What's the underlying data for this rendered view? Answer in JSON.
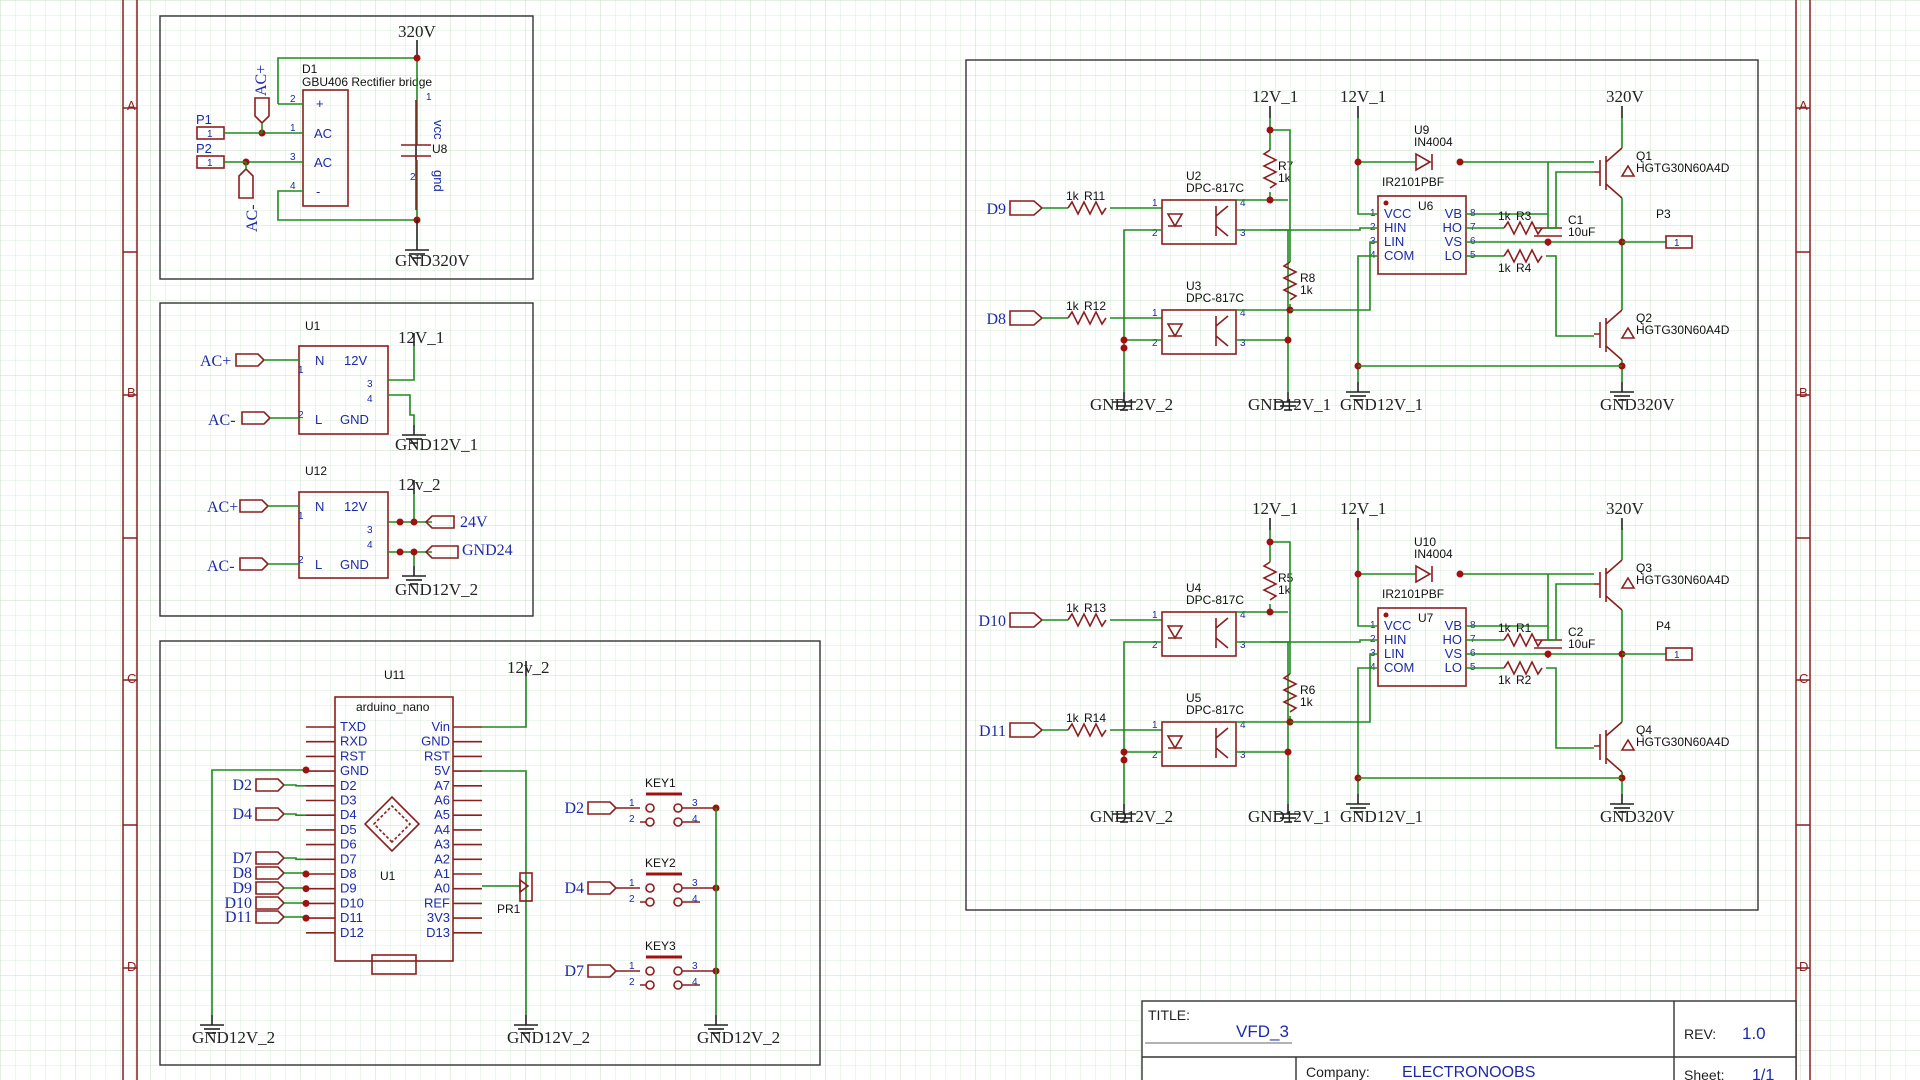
{
  "grid": {
    "minor": "#d8ecd8",
    "major": "#c4dfc4",
    "background": "#ffffff"
  },
  "border": {
    "rows": [
      "A",
      "B",
      "C",
      "D"
    ]
  },
  "title_block": {
    "title_label": "TITLE:",
    "title": "VFD_3",
    "rev_label": "REV:",
    "rev": "1.0",
    "company_label": "Company:",
    "company": "ELECTRONOOBS",
    "sheet_label": "Sheet:",
    "sheet": "1/1"
  },
  "rectifier": {
    "ref": "D1",
    "value": "GBU406 Rectifier bridge",
    "pin_ac1": "AC",
    "pin_ac2": "AC",
    "pin_plus": "+",
    "pin_minus": "-",
    "pins": [
      "2",
      "1",
      "3",
      "4"
    ],
    "p1": "P1",
    "p2": "P2",
    "one": "1",
    "acp": "AC+",
    "acm": "AC-",
    "top_power": "320V",
    "bottom_power": "GND320V",
    "cap_ref": "U8",
    "vcc": "vcc",
    "gnd": "gnd",
    "cap_pin1": "1",
    "cap_pin2": "2"
  },
  "psu": {
    "u1": {
      "ref": "U1",
      "n": "N",
      "l": "L",
      "out": "12V",
      "gnd": "GND",
      "pins": [
        "1",
        "2",
        "3",
        "4"
      ],
      "in1": "AC+",
      "in2": "AC-",
      "power": "12V_1",
      "ground": "GND12V_1"
    },
    "u12": {
      "ref": "U12",
      "n": "N",
      "l": "L",
      "out": "12V",
      "gnd": "GND",
      "pins": [
        "1",
        "2",
        "3",
        "4"
      ],
      "in1": "AC+",
      "in2": "AC-",
      "power": "12v_2",
      "out_net": "24V",
      "gnd_net": "GND24",
      "ground": "GND12V_2"
    }
  },
  "arduino": {
    "ref": "U11",
    "value": "arduino_nano",
    "inner": "U1",
    "left_pins": [
      "TXD",
      "RXD",
      "RST",
      "GND",
      "D2",
      "D3",
      "D4",
      "D5",
      "D6",
      "D7",
      "D8",
      "D9",
      "D10",
      "D11",
      "D12"
    ],
    "right_pins": [
      "Vin",
      "GND",
      "RST",
      "5V",
      "A7",
      "A6",
      "A5",
      "A4",
      "A3",
      "A2",
      "A1",
      "A0",
      "REF",
      "3V3",
      "D13"
    ],
    "nets_left": [
      "D2",
      "D4",
      "D7",
      "D8",
      "D9",
      "D10",
      "D11"
    ],
    "power": "12v_2",
    "grounds": [
      "GND12V_2",
      "GND12V_2",
      "GND12V_2"
    ],
    "pot": "PR1",
    "keys": [
      {
        "ref": "KEY1",
        "net": "D2",
        "pins": [
          "1",
          "2",
          "3",
          "4"
        ]
      },
      {
        "ref": "KEY2",
        "net": "D4",
        "pins": [
          "1",
          "2",
          "3",
          "4"
        ]
      },
      {
        "ref": "KEY3",
        "net": "D7",
        "pins": [
          "1",
          "2",
          "3",
          "4"
        ]
      }
    ]
  },
  "driver_top": {
    "in_a": "D9",
    "in_b": "D8",
    "r_a": {
      "ref": "R11",
      "value": "1k"
    },
    "r_b": {
      "ref": "R12",
      "value": "1k"
    },
    "opto_a": {
      "ref": "U2",
      "value": "DPC-817C"
    },
    "opto_b": {
      "ref": "U3",
      "value": "DPC-817C"
    },
    "opto_pins": [
      "1",
      "2",
      "3",
      "4"
    ],
    "pull_a": {
      "ref": "R7",
      "value": "1k"
    },
    "pull_b": {
      "ref": "R8",
      "value": "1k"
    },
    "diode": {
      "ref": "U9",
      "value": "IN4004"
    },
    "ic": {
      "ref": "U6",
      "value": "IR2101PBF",
      "lpins": [
        "VCC",
        "HIN",
        "LIN",
        "COM"
      ],
      "rpins": [
        "VB",
        "HO",
        "VS",
        "LO"
      ],
      "lnums": [
        "1",
        "2",
        "3",
        "4"
      ],
      "rnums": [
        "8",
        "7",
        "6",
        "5"
      ]
    },
    "r_hi": {
      "ref": "R3",
      "value": "1k"
    },
    "r_lo": {
      "ref": "R4",
      "value": "1k"
    },
    "cap": {
      "ref": "C1",
      "value": "10uF"
    },
    "q_hi": {
      "ref": "Q1",
      "value": "HGTG30N60A4D"
    },
    "q_lo": {
      "ref": "Q2",
      "value": "HGTG30N60A4D"
    },
    "out": "P3",
    "out_pin": "1",
    "pwr_a": "12V_1",
    "pwr_b": "12V_1",
    "pwr_hv": "320V",
    "g1": "GND12V_2",
    "g2": "GND12V_1",
    "g3": "GND12V_1",
    "g4": "GND320V"
  },
  "driver_bottom": {
    "in_a": "D10",
    "in_b": "D11",
    "r_a": {
      "ref": "R13",
      "value": "1k"
    },
    "r_b": {
      "ref": "R14",
      "value": "1k"
    },
    "opto_a": {
      "ref": "U4",
      "value": "DPC-817C"
    },
    "opto_b": {
      "ref": "U5",
      "value": "DPC-817C"
    },
    "opto_pins": [
      "1",
      "2",
      "3",
      "4"
    ],
    "pull_a": {
      "ref": "R5",
      "value": "1k"
    },
    "pull_b": {
      "ref": "R6",
      "value": "1k"
    },
    "diode": {
      "ref": "U10",
      "value": "IN4004"
    },
    "ic": {
      "ref": "U7",
      "value": "IR2101PBF",
      "lpins": [
        "VCC",
        "HIN",
        "LIN",
        "COM"
      ],
      "rpins": [
        "VB",
        "HO",
        "VS",
        "LO"
      ],
      "lnums": [
        "1",
        "2",
        "3",
        "4"
      ],
      "rnums": [
        "8",
        "7",
        "6",
        "5"
      ]
    },
    "r_hi": {
      "ref": "R1",
      "value": "1k"
    },
    "r_lo": {
      "ref": "R2",
      "value": "1k"
    },
    "cap": {
      "ref": "C2",
      "value": "10uF"
    },
    "q_hi": {
      "ref": "Q3",
      "value": "HGTG30N60A4D"
    },
    "q_lo": {
      "ref": "Q4",
      "value": "HGTG30N60A4D"
    },
    "out": "P4",
    "out_pin": "1",
    "pwr_a": "12V_1",
    "pwr_b": "12V_1",
    "pwr_hv": "320V",
    "g1": "GND12V_2",
    "g2": "GND12V_1",
    "g3": "GND12V_1",
    "g4": "GND320V"
  }
}
